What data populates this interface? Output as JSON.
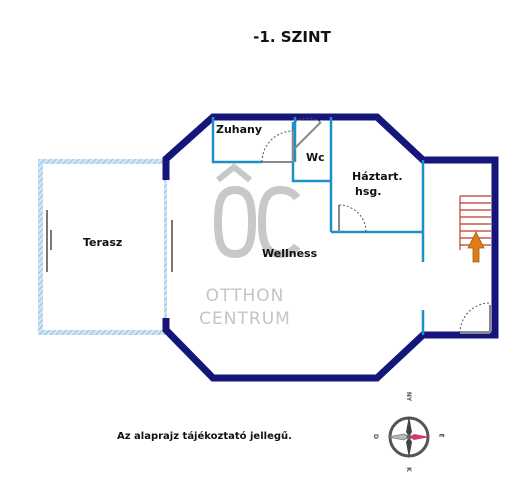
{
  "title": "-1. SZINT",
  "rooms": {
    "zuhany": "Zuhany",
    "wc": "Wc",
    "haztart_line1": "Háztart.",
    "haztart_line2": "hsg.",
    "terasz": "Terasz",
    "wellness": "Wellness"
  },
  "watermark": {
    "line1": "OTTHON",
    "line2": "CENTRUM"
  },
  "note": "Az alaprajz tájékoztató jellegű.",
  "compass": {
    "north": "NY",
    "east": "É",
    "south": "K",
    "west": "D"
  },
  "colors": {
    "outer_wall": "#15157a",
    "inner_wall": "#1f8fc7",
    "terrace": "#9cc9e6",
    "stairs": "#c0392b",
    "arrow": "#e07b1a",
    "watermark": "#c8c8c8"
  }
}
